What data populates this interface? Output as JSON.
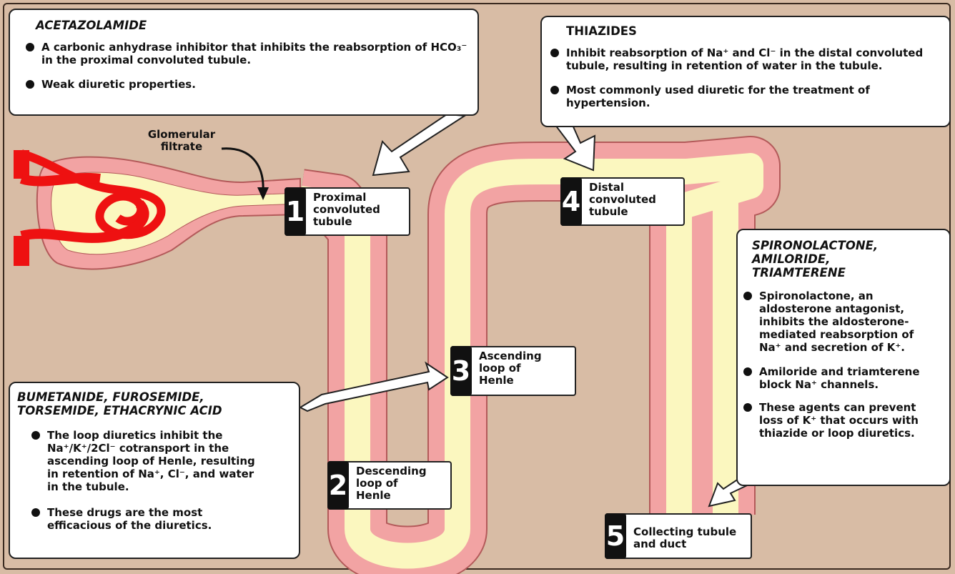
{
  "acetazolamide": {
    "title": "ACETAZOLAMIDE",
    "items": [
      "A carbonic anhydrase inhibitor that inhibits the reabsorption of HCO₃⁻ in the proximal convoluted tubule.",
      "Weak diuretic properties."
    ]
  },
  "thiazides": {
    "title": "THIAZIDES",
    "items": [
      "Inhibit reabsorption of Na⁺ and Cl⁻ in the distal convoluted tubule, resulting in retention of water in the tubule.",
      "Most commonly used diuretic for the treatment of hypertension."
    ]
  },
  "potassium_sparing": {
    "title": "SPIRONOLACTONE, AMILORIDE, TRIAMTERENE",
    "items": [
      "Spironolactone, an aldosterone antagonist, inhibits the aldosterone-mediated reabsorption of Na⁺ and secretion of K⁺.",
      "Amiloride and triamterene block Na⁺ channels.",
      "These agents can prevent loss of K⁺ that occurs with thiazide or loop diuretics."
    ]
  },
  "loop_diuretics": {
    "title": "BUMETANIDE, FUROSEMIDE, TORSEMIDE, ETHACRYNIC ACID",
    "items": [
      "The loop diuretics inhibit the Na⁺/K⁺/2Cl⁻ cotransport in the ascending loop of Henle, resulting in retention of Na⁺, Cl⁻, and water in the tubule.",
      "These drugs are the most efficacious of the diuretics."
    ]
  },
  "segments": [
    {
      "num": "1",
      "label": "Proximal convoluted tubule"
    },
    {
      "num": "2",
      "label": "Descending loop of Henle"
    },
    {
      "num": "3",
      "label": "Ascending loop of Henle"
    },
    {
      "num": "4",
      "label": "Distal convoluted tubule"
    },
    {
      "num": "5",
      "label": "Collecting tubule and duct"
    }
  ],
  "glomerular_label": "Glomerular filtrate",
  "colors": {
    "background": "#d8bca5",
    "tubule_wall": "#f0a0a0",
    "tubule_lumen": "#fbf7bf",
    "capillary": "#ee1111"
  }
}
